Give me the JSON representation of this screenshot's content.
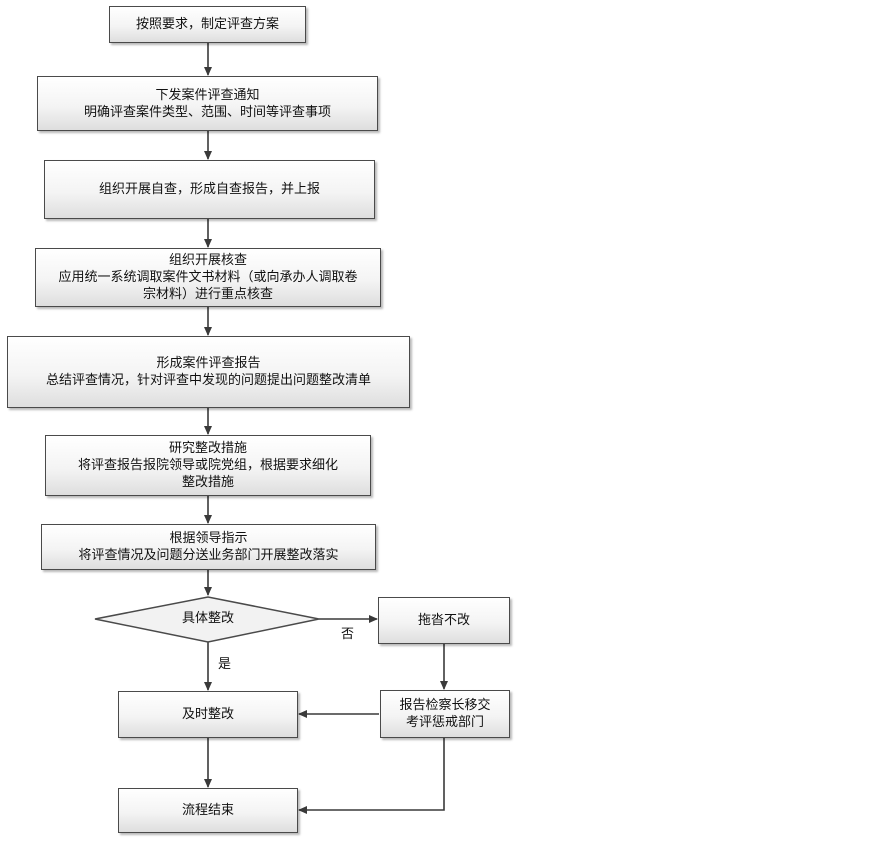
{
  "steps": {
    "s1": [
      "按照要求，制定评查方案"
    ],
    "s2": [
      "下发案件评查通知",
      "明确评查案件类型、范围、时间等评查事项"
    ],
    "s3": [
      "组织开展自查，形成自查报告，并上报"
    ],
    "s4": [
      "组织开展核查",
      "应用统一系统调取案件文书材料（或向承办人调取卷",
      "宗材料）进行重点核查"
    ],
    "s5": [
      "形成案件评查报告",
      "总结评查情况，针对评查中发现的问题提出问题整改清单"
    ],
    "s6": [
      "研究整改措施",
      "将评查报告报院领导或院党组，根据要求细化",
      "整改措施"
    ],
    "s7": [
      "根据领导指示",
      "将评查情况及问题分送业务部门开展整改落实"
    ],
    "decision": "具体整改",
    "no_branch": "拖沓不改",
    "report_transfer": [
      "报告检察长移交",
      "考评惩戒部门"
    ],
    "fix_in_time": "及时整改",
    "end": "流程结束"
  },
  "edge_labels": {
    "yes": "是",
    "no": "否"
  }
}
